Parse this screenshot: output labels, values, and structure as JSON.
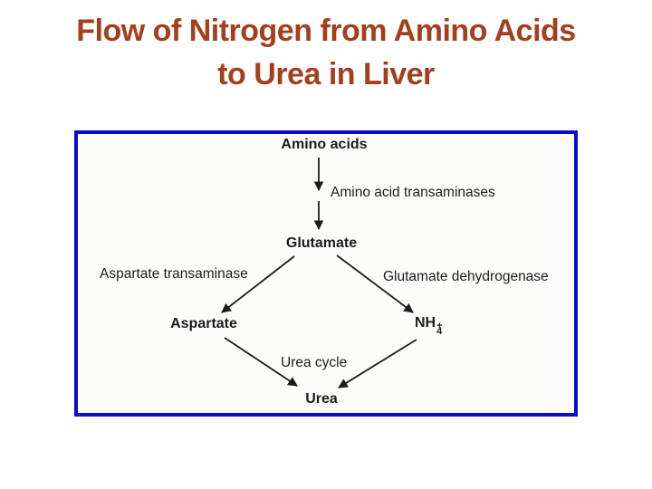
{
  "slide": {
    "title_line1": "Flow of Nitrogen from Amino Acids",
    "title_line2": "to Urea in Liver"
  },
  "colors": {
    "title": "#A33F1C",
    "diagram_border": "#0A0ACC",
    "diagram_ink": "#1c1c1c"
  },
  "diagram": {
    "nodes": {
      "amino_acids": "Amino acids",
      "glutamate": "Glutamate",
      "aspartate": "Aspartate",
      "ammonium_base": "NH",
      "ammonium_sub": "4",
      "ammonium_sup": "+",
      "urea": "Urea"
    },
    "edge_labels": {
      "amino_acid_transaminases": "Amino acid transaminases",
      "aspartate_transaminase": "Aspartate transaminase",
      "glutamate_dehydrogenase": "Glutamate dehydrogenase",
      "urea_cycle": "Urea cycle"
    }
  }
}
